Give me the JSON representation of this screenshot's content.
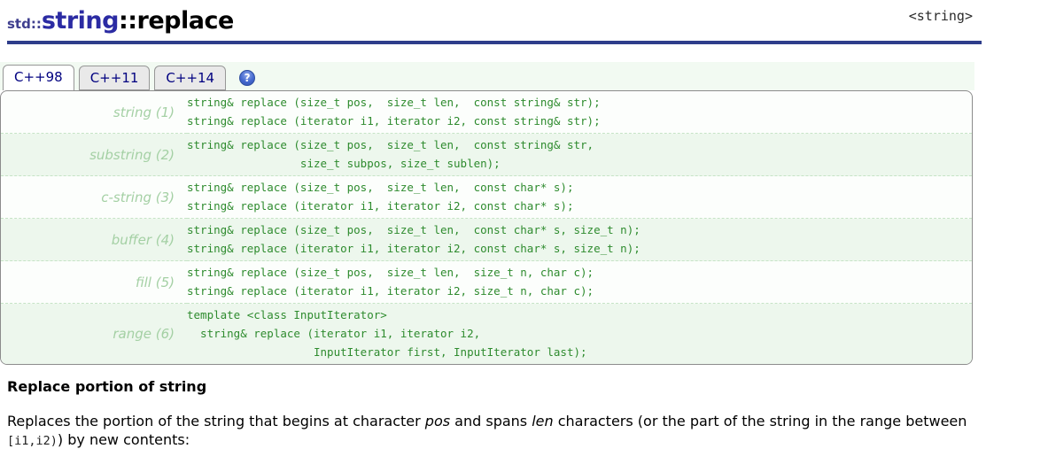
{
  "header": {
    "namespace": "std::",
    "class_name": "string",
    "member": "::replace",
    "header_ref": "<string>"
  },
  "tabs": [
    {
      "label": "C++98",
      "active": true
    },
    {
      "label": "C++11",
      "active": false
    },
    {
      "label": "C++14",
      "active": false
    }
  ],
  "help": {
    "label": "?"
  },
  "declarations": [
    {
      "label": "string (1)",
      "code": [
        "string& replace (size_t pos,  size_t len,  const string& str);",
        "string& replace (iterator i1, iterator i2, const string& str);"
      ]
    },
    {
      "label": "substring (2)",
      "code": [
        "string& replace (size_t pos,  size_t len,  const string& str,",
        "                 size_t subpos, size_t sublen);"
      ]
    },
    {
      "label": "c-string (3)",
      "code": [
        "string& replace (size_t pos,  size_t len,  const char* s);",
        "string& replace (iterator i1, iterator i2, const char* s);"
      ]
    },
    {
      "label": "buffer (4)",
      "code": [
        "string& replace (size_t pos,  size_t len,  const char* s, size_t n);",
        "string& replace (iterator i1, iterator i2, const char* s, size_t n);"
      ]
    },
    {
      "label": "fill (5)",
      "code": [
        "string& replace (size_t pos,  size_t len,  size_t n, char c);",
        "string& replace (iterator i1, iterator i2, size_t n, char c);"
      ]
    },
    {
      "label": "range (6)",
      "code": [
        "template <class InputIterator>",
        "  string& replace (iterator i1, iterator i2,",
        "                   InputIterator first, InputIterator last);"
      ]
    }
  ],
  "section": {
    "heading": "Replace portion of string",
    "description_parts": [
      {
        "text": "Replaces the portion of the string that begins at character ",
        "style": "normal"
      },
      {
        "text": "pos",
        "style": "italic"
      },
      {
        "text": " and spans ",
        "style": "normal"
      },
      {
        "text": "len",
        "style": "italic"
      },
      {
        "text": " characters (or the part of the string in the range between ",
        "style": "normal"
      },
      {
        "text": "[i1,i2)",
        "style": "code"
      },
      {
        "text": ") by new contents:",
        "style": "normal"
      }
    ]
  },
  "colors": {
    "title_blue": "#2b2ba3",
    "namespace_blue": "#3f3f8f",
    "rule_navy": "#2e3d8b",
    "tab_text": "#000080",
    "code_green": "#2e8b2e",
    "label_green": "#a4d0a4",
    "row_even_bg": "#edf7ed",
    "row_odd_bg": "#fcfefc",
    "tabstrip_bg": "#f2faf2",
    "panel_border": "#8c8c8c",
    "help_icon_blue": "#4468cf"
  }
}
